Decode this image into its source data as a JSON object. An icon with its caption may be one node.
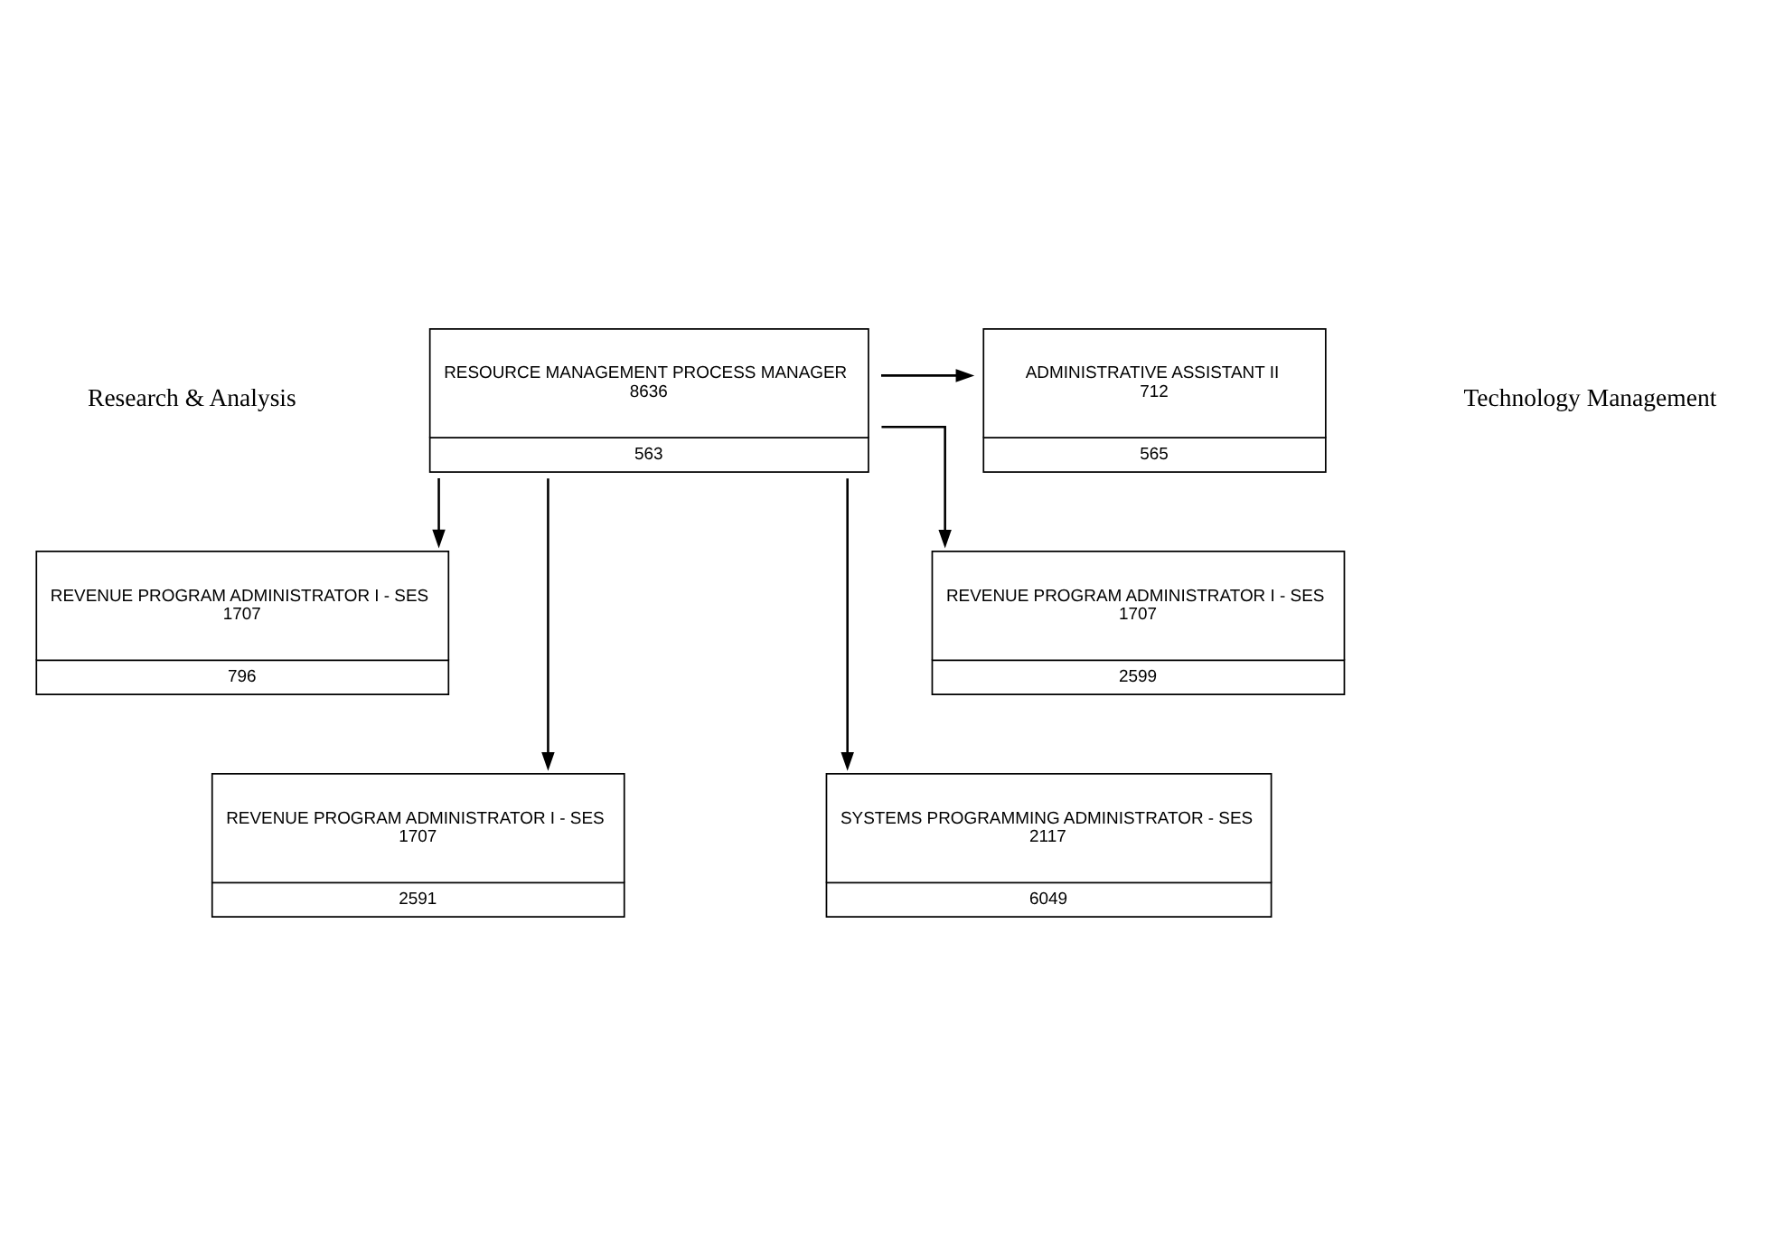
{
  "diagram": {
    "nodes": [
      {
        "text": [
          "RESOURCE MANAGEMENT PROCESS MANAGER",
          "8636",
          "563"
        ]
      },
      {
        "text": [
          "ADMINISTRATIVE ASSISTANT II",
          "712",
          "565"
        ]
      },
      {
        "text": [
          "REVENUE PROGRAM ADMINISTRATOR I - SES",
          "1707",
          "796"
        ]
      },
      {
        "text": [
          "REVENUE PROGRAM ADMINISTRATOR I - SES",
          "1707",
          "2599"
        ]
      },
      {
        "text": [
          "REVENUE PROGRAM ADMINISTRATOR I - SES",
          "1707",
          "2591"
        ]
      },
      {
        "text": [
          "SYSTEMS PROGRAMMING ADMINISTRATOR - SES",
          "2117",
          "6049"
        ]
      }
    ],
    "edges": [
      {
        "from": 0,
        "to": 1,
        "arrow": "to"
      },
      {
        "from": 0,
        "to": 2,
        "arrow": "to"
      },
      {
        "from": 0,
        "to": 3,
        "arrow": "to"
      },
      {
        "from": 0,
        "to": 4,
        "arrow": "to"
      },
      {
        "from": 0,
        "to": 5,
        "arrow": "to"
      }
    ],
    "labels": [
      "Research & Analysis",
      "Technology Management"
    ]
  }
}
